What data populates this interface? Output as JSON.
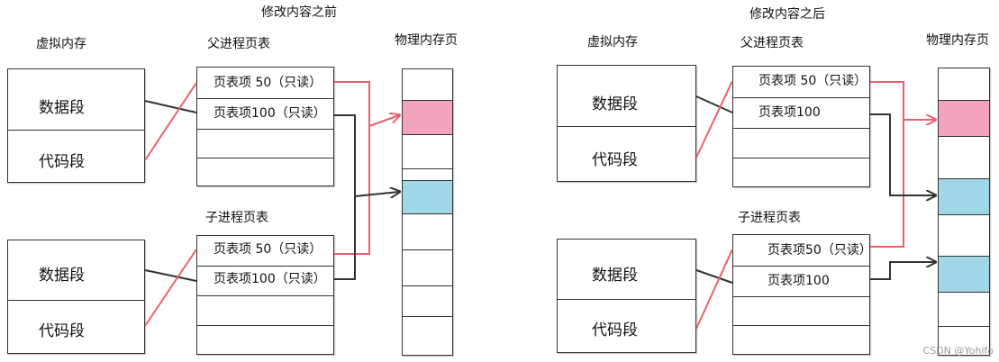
{
  "colors": {
    "pink": "#f4a3bd",
    "blue": "#9fd7e6",
    "red_line": "#e8606f",
    "black_line": "#333333"
  },
  "left": {
    "title": "修改内容之前",
    "virtual_memory_label": "虚拟内存",
    "parent_table_label": "父进程页表",
    "child_table_label": "子进程页表",
    "physical_label": "物理内存页",
    "seg_data": "数据段",
    "seg_code": "代码段",
    "parent_entries": [
      "页表项 50（只读）",
      "页表项100（只读）"
    ],
    "child_entries": [
      "页表项 50（只读）",
      "页表项100（只读）"
    ]
  },
  "right": {
    "title": "修改内容之后",
    "virtual_memory_label": "虚拟内存",
    "parent_table_label": "父进程页表",
    "child_table_label": "子进程页表",
    "physical_label": "物理内存页",
    "seg_data": "数据段",
    "seg_code": "代码段",
    "parent_entries": [
      "页表项 50（只读）",
      "页表项100"
    ],
    "child_entries": [
      "页表项50（只读）",
      "页表项100"
    ]
  },
  "watermark": "CSDN @Yohifo"
}
